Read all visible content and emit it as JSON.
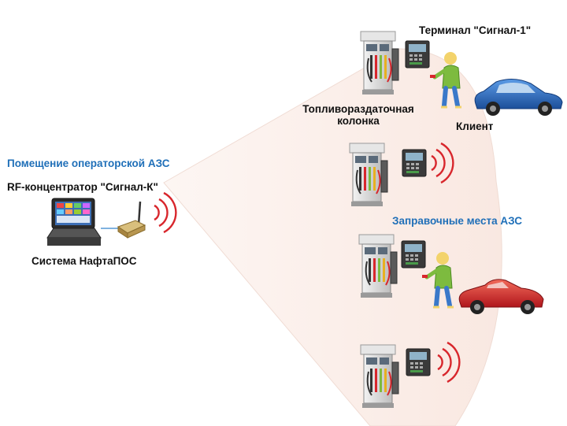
{
  "labels": {
    "operator_room": "Помещение операторской АЗС",
    "rf_concentrator": "RF-концентратор \"Сигнал-К\"",
    "pos_system": "Система НафтаПОС",
    "terminal": "Терминал \"Сигнал-1\"",
    "dispenser_line1": "Топливораздаточная",
    "dispenser_line2": "колонка",
    "client": "Клиент",
    "fueling_places": "Заправочные места АЗС"
  },
  "colors": {
    "sector_fill": "#fbeee8",
    "signal_wave": "#d8262c",
    "accent_blue": "#1f6fb8",
    "car_blue": "#2a6fc9",
    "car_red": "#d8262c",
    "client_shirt": "#7dbb3f",
    "client_pants": "#3a78c9",
    "dispenser_body": "#dcdcdc",
    "terminal_body": "#3a3a3a"
  },
  "icons": [
    "pos-terminal-icon",
    "rf-concentrator-icon",
    "fuel-dispenser-icon",
    "payment-terminal-icon",
    "client-icon",
    "blue-car-icon",
    "red-car-icon",
    "signal-wave-icon"
  ]
}
